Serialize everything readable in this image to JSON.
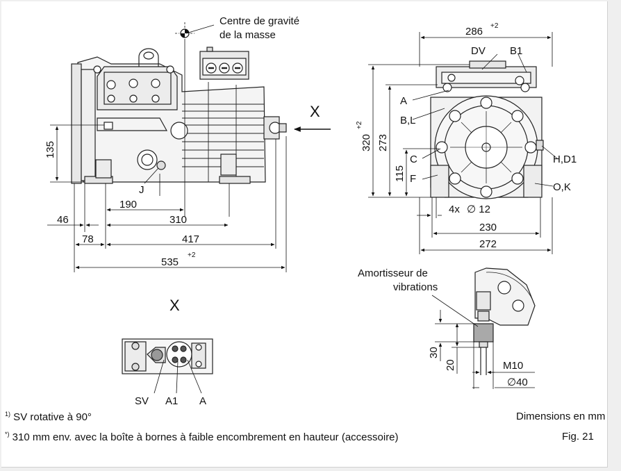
{
  "header": {
    "cog_line1": "Centre de gravité",
    "cog_line2": "de la masse"
  },
  "side_view": {
    "dim_135": "135",
    "dim_190": "190",
    "dim_310": "310",
    "dim_46": "46",
    "dim_78": "78",
    "dim_417": "417",
    "dim_535": "535",
    "dim_535_tol": "+2",
    "label_J": "J",
    "view_arrow_label": "X"
  },
  "front_view": {
    "dim_286": "286",
    "dim_286_tol": "+2",
    "dim_320": "320",
    "dim_320_tol": "+2",
    "dim_273": "273",
    "dim_115": "115",
    "holes": "4x",
    "hole_dia": "∅ 12",
    "dim_230": "230",
    "dim_272": "272",
    "labels": {
      "DV": "DV",
      "B1": "B1",
      "A": "A",
      "BL": "B,L",
      "C": "C",
      "F": "F",
      "HD1": "H,D1",
      "OK": "O,K"
    }
  },
  "vibration_detail": {
    "title_line1": "Amortisseur de",
    "title_line2": "vibrations",
    "dim_30": "30",
    "dim_20": "20",
    "thread": "M10",
    "dia": "∅40"
  },
  "view_x": {
    "title": "X",
    "label_SV": "SV",
    "label_A1": "A1",
    "label_A": "A"
  },
  "footnotes": {
    "note1_marker": "1)",
    "note1_text": " SV rotative à 90°",
    "note2_marker": "*)",
    "note2_text": " 310 mm env. avec la boîte à bornes à faible encombrement en hauteur (accessoire)",
    "units": "Dimensions en mm",
    "figure": "Fig. 21"
  }
}
